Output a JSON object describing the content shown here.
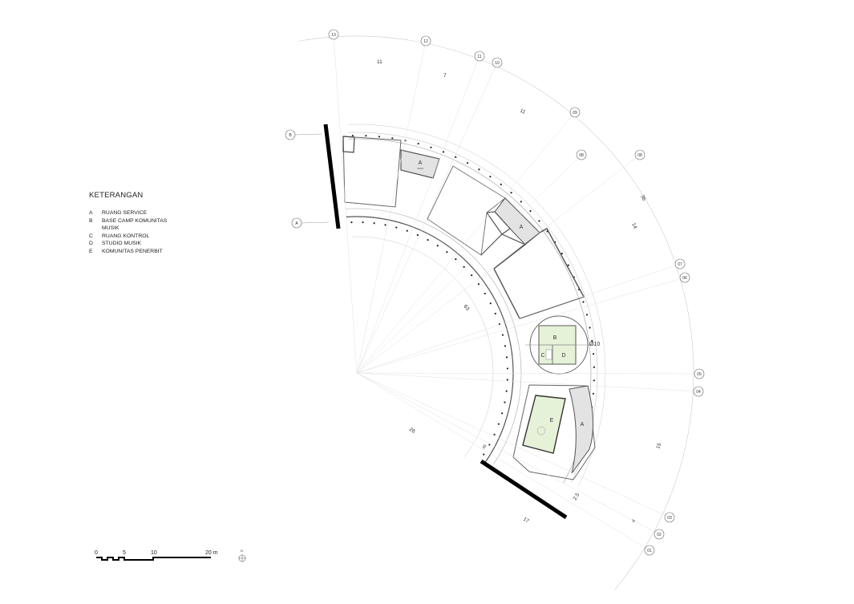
{
  "legend": {
    "title": "KETERANGAN",
    "items": [
      {
        "key": "A",
        "label": "RUANG SERVICE"
      },
      {
        "key": "B",
        "label": "BASE CAMP KOMUNITAS MUSIK"
      },
      {
        "key": "C",
        "label": "RUANG KONTROL"
      },
      {
        "key": "D",
        "label": "STUDIO MUSIK"
      },
      {
        "key": "E",
        "label": "KOMUNITAS PENERBIT"
      }
    ]
  },
  "scale_bar": {
    "ticks": [
      "0",
      "5",
      "10",
      "20 m"
    ]
  },
  "north_label": "N",
  "rooms": {
    "a1": "A",
    "a2": "A",
    "a3": "A",
    "b": "B",
    "c": "C",
    "d": "D",
    "e": "E",
    "elev": "±0.00"
  },
  "dimensions": {
    "d11a": "11",
    "d7": "7",
    "d11b": "11",
    "d36": "36",
    "d14": "14",
    "d15": "15",
    "d4": "4",
    "d25": "2.5",
    "d17": "17",
    "d26": "26",
    "d63": "63",
    "d45": "45",
    "dia": "Ø10"
  },
  "grid_bubbles": [
    "13",
    "12",
    "11",
    "10",
    "09",
    "08",
    "08",
    "07",
    "06",
    "05",
    "04",
    "03",
    "02",
    "01",
    "B",
    "A"
  ],
  "colors": {
    "green": "#e6f2d8",
    "gray": "#e3e3e3",
    "line": "#555555"
  }
}
